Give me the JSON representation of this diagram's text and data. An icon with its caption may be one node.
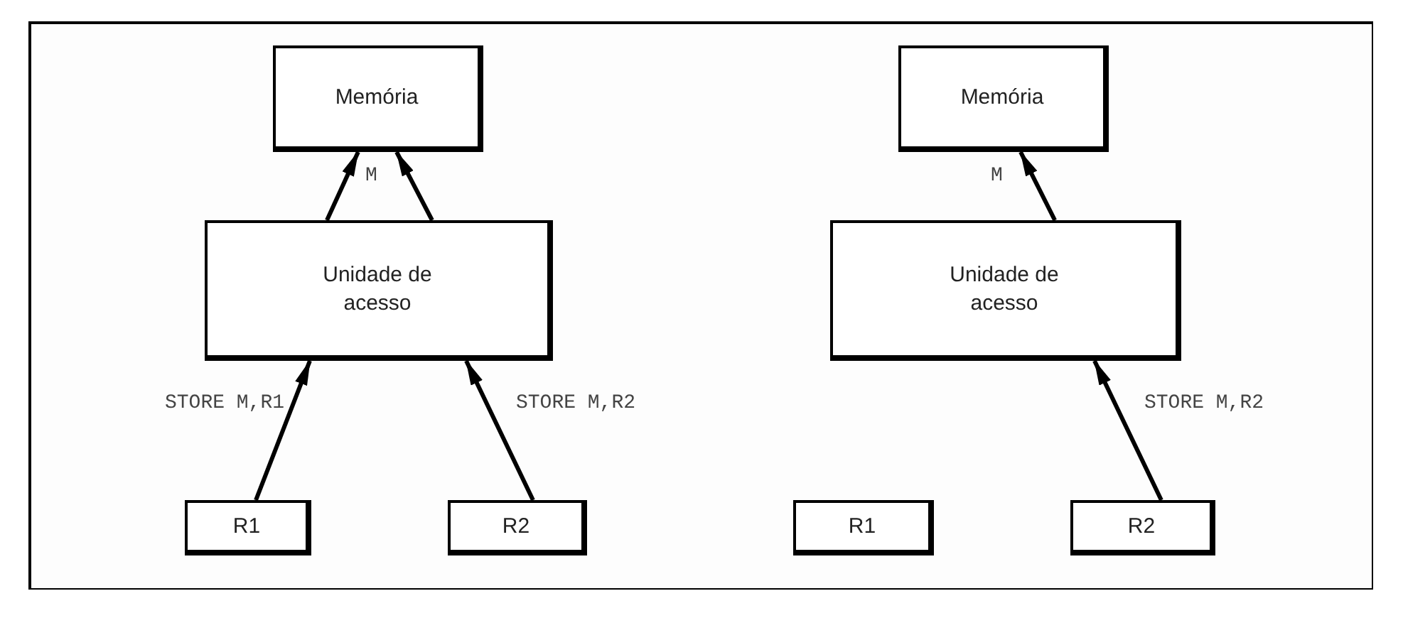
{
  "diagram": {
    "nodes": [
      {
        "text": [
          "Memória"
        ]
      },
      {
        "text": [
          "Unidade de acesso"
        ]
      },
      {
        "text": [
          "R1"
        ]
      },
      {
        "text": [
          "R2"
        ]
      },
      {
        "text": [
          "Memória"
        ]
      },
      {
        "text": [
          "Unidade de acesso"
        ]
      },
      {
        "text": [
          "R1"
        ]
      },
      {
        "text": [
          "R2"
        ]
      }
    ],
    "edges": [
      {
        "from": 1,
        "to": 0,
        "arrow": "to"
      },
      {
        "from": 1,
        "to": 0,
        "arrow": "to"
      },
      {
        "from": 2,
        "to": 1,
        "arrow": "to",
        "label": "STORE M,R1"
      },
      {
        "from": 3,
        "to": 1,
        "arrow": "to",
        "label": "STORE M,R2"
      },
      {
        "from": 5,
        "to": 4,
        "arrow": "to"
      },
      {
        "from": 7,
        "to": 5,
        "arrow": "to",
        "label": "STORE M,R2"
      }
    ],
    "labels": [
      "M",
      "M"
    ]
  }
}
